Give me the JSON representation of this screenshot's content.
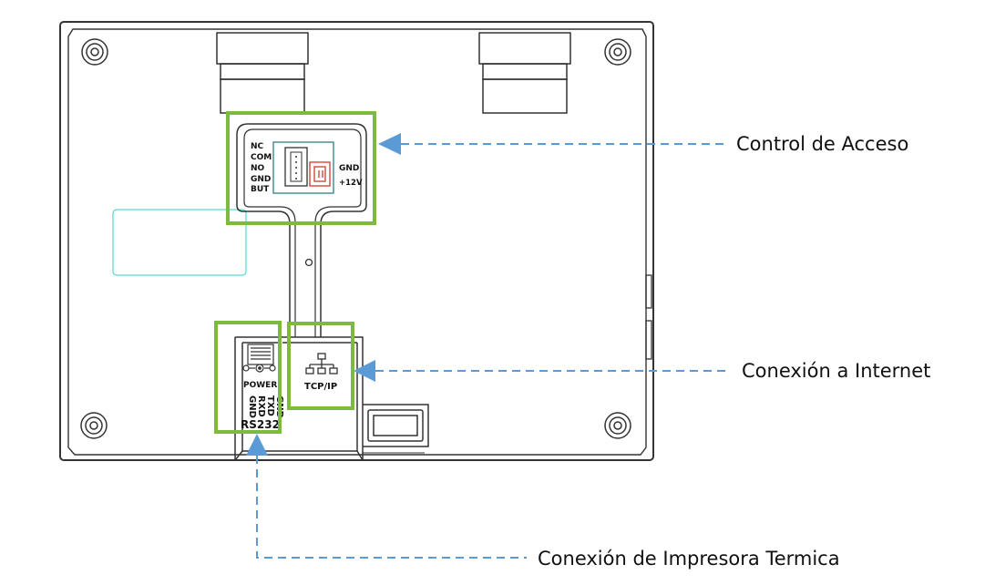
{
  "colors": {
    "outline": "#333333",
    "highlight": "#7dbb3c",
    "arrow": "#5b9bd5",
    "label_box": "#33cccc",
    "relay_connector": "#d03a2a",
    "text": "#111111"
  },
  "connector_labels": {
    "nc": "NC",
    "com": "COM",
    "no": "NO",
    "gnd_left": "GND",
    "but": "BUT",
    "gnd_right": "GND",
    "plus12v": "+12V",
    "power": "POWER",
    "tcpip": "TCP/IP",
    "rs232_gnd": "GND",
    "rs232_rxd": "RXD",
    "rs232_txd": "TXD",
    "rs232_gnd2": "GND",
    "rs232": "RS232"
  },
  "callouts": {
    "access_control": "Control de Acceso",
    "internet": "Conexión a Internet",
    "printer": "Conexión de Impresora Termica"
  }
}
